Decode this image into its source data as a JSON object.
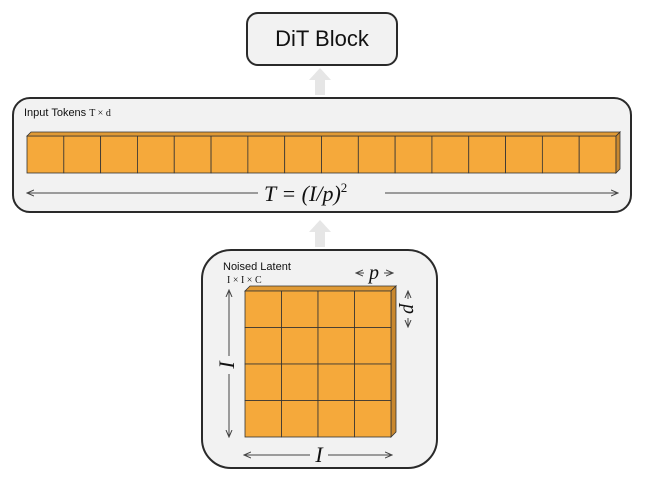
{
  "dit_block": {
    "label": "DiT Block"
  },
  "tokens": {
    "label": "Input Tokens",
    "dims": "T × d",
    "count": 16,
    "formula_lhs": "T = (I/p)",
    "formula_exp": "2"
  },
  "latent": {
    "label": "Noised Latent",
    "dims": "I × I × C",
    "grid_rows": 4,
    "grid_cols": 4,
    "side_label": "I",
    "patch_label": "p"
  },
  "colors": {
    "token_fill": "#f5a93b",
    "panel_bg": "#f2f2f2",
    "arrow_gray": "#e6e6e6"
  }
}
